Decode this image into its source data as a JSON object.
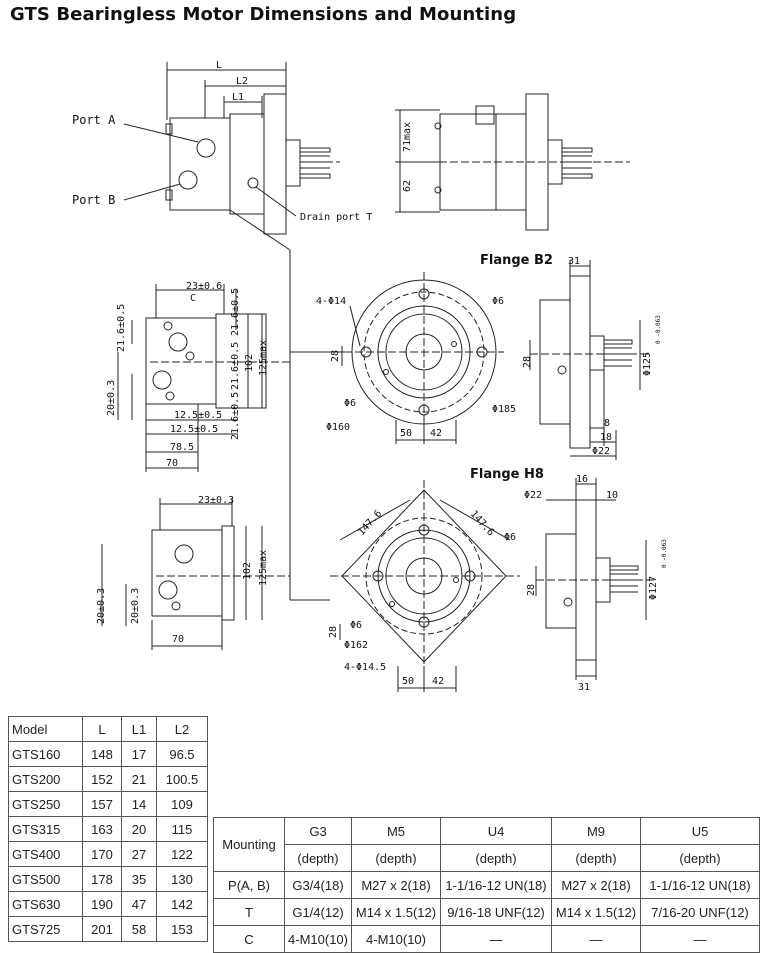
{
  "title": "GTS Bearingless Motor Dimensions and Mounting",
  "drawing": {
    "port_a": "Port A",
    "port_b": "Port B",
    "drain_port": "Drain port T",
    "flange_b2": "Flange B2",
    "flange_h8": "Flange H8",
    "dims": {
      "L": "L",
      "L2": "L2",
      "L1": "L1",
      "max71": "71max",
      "d62": "62",
      "d23a": "23±0.6",
      "c": "C",
      "d21_6a": "21.6±0.5",
      "d21_6b": "21.6±0.5",
      "d21_6c": "21.6±0.5",
      "d21_6d": "21.6±0.5",
      "d20a": "20±0.3",
      "d102a": "102",
      "max125a": "125max",
      "d12_5a": "12.5±0.5",
      "d12_5b": "12.5±0.5",
      "d78_5": "78.5",
      "d70a": "70",
      "h4_14": "4-Φ14",
      "phi6a": "Φ6",
      "phi6b": "Φ6",
      "phi185": "Φ185",
      "phi160": "Φ160",
      "d28a": "28",
      "d50a": "50",
      "d42a": "42",
      "d31a": "31",
      "d28b": "28",
      "phi125": "Φ125",
      "tol125": "0\n-0.063",
      "d8": "8",
      "d18": "18",
      "phi22a": "Φ22",
      "d23b": "23±0.3",
      "d20b": "20±0.3",
      "d20c": "20±0.3",
      "d102b": "102",
      "max125b": "125max",
      "d70b": "70",
      "d147a": "147.6",
      "d147b": "147.6",
      "phi6c": "Φ6",
      "phi6d": "Φ6",
      "phi162": "Φ162",
      "h4_14_5": "4-Φ14.5",
      "d28c": "28",
      "d50b": "50",
      "d42b": "42",
      "d16": "16",
      "phi22b": "Φ22",
      "d10": "10",
      "d28d": "28",
      "phi127": "Φ127",
      "tol127": "0\n-0.063",
      "d31b": "31"
    }
  },
  "model_table": {
    "headers": [
      "Model",
      "L",
      "L1",
      "L2"
    ],
    "rows": [
      [
        "GTS160",
        "148",
        "17",
        "96.5"
      ],
      [
        "GTS200",
        "152",
        "21",
        "100.5"
      ],
      [
        "GTS250",
        "157",
        "14",
        "109"
      ],
      [
        "GTS315",
        "163",
        "20",
        "115"
      ],
      [
        "GTS400",
        "170",
        "27",
        "122"
      ],
      [
        "GTS500",
        "178",
        "35",
        "130"
      ],
      [
        "GTS630",
        "190",
        "47",
        "142"
      ],
      [
        "GTS725",
        "201",
        "58",
        "153"
      ]
    ]
  },
  "mount_table": {
    "mounting_label": "Mounting",
    "codes": [
      "G3",
      "M5",
      "U4",
      "M9",
      "U5"
    ],
    "depth_label": "(depth)",
    "rows": [
      [
        "P(A, B)",
        "G3/4(18)",
        "M27 x 2(18)",
        "1-1/16-12 UN(18)",
        "M27 x 2(18)",
        "1-1/16-12 UN(18)"
      ],
      [
        "T",
        "G1/4(12)",
        "M14 x 1.5(12)",
        "9/16-18 UNF(12)",
        "M14 x 1.5(12)",
        "7/16-20 UNF(12)"
      ],
      [
        "C",
        "4-M10(10)",
        "4-M10(10)",
        "—",
        "—",
        "—"
      ]
    ]
  }
}
